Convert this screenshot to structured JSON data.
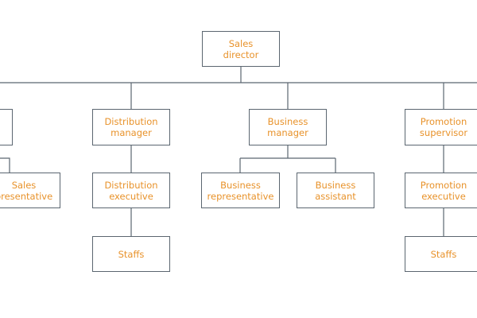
{
  "theme": {
    "text_color": "#e8922a",
    "border_color": "#5b6670",
    "line_color": "#5b6670",
    "background": "#ffffff"
  },
  "nodes": {
    "sales_director": {
      "line1": "Sales",
      "line2": "director"
    },
    "leftmost_partial": {
      "line1": "",
      "line2": ""
    },
    "sales_representative": {
      "line1": "Sales",
      "line2": "presentative"
    },
    "distribution_manager": {
      "line1": "Distribution",
      "line2": "manager"
    },
    "distribution_executive": {
      "line1": "Distribution",
      "line2": "executive"
    },
    "distribution_staffs": {
      "line1": "Staffs"
    },
    "business_manager": {
      "line1": "Business",
      "line2": "manager"
    },
    "business_representative": {
      "line1": "Business",
      "line2": "representative"
    },
    "business_assistant": {
      "line1": "Business",
      "line2": "assistant"
    },
    "promotion_supervisor": {
      "line1": "Promotion",
      "line2": "supervisor"
    },
    "promotion_executive": {
      "line1": "Promotion",
      "line2": "executive"
    },
    "promotion_staffs": {
      "line1": "Staffs"
    }
  }
}
